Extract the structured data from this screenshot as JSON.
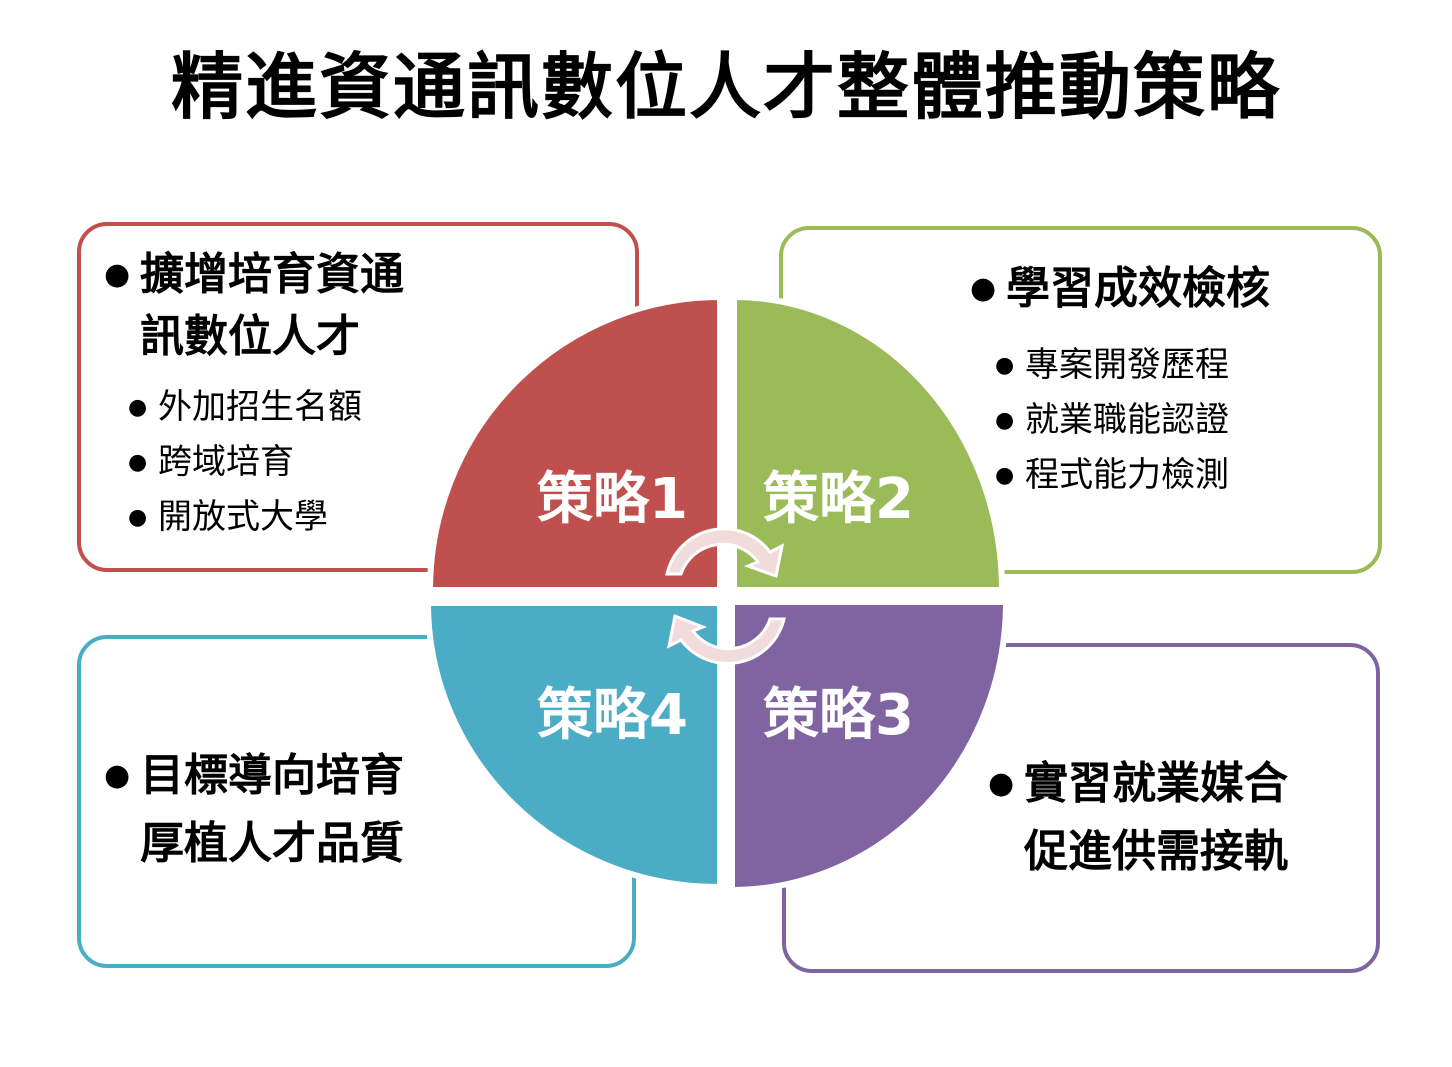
{
  "title": "精進資通訊數位人才整體推動策略",
  "colors": {
    "s1": "#C0504D",
    "s2": "#9BBB59",
    "s3": "#8064A2",
    "s4": "#4BACC6",
    "arrow": "#F2DCDB"
  },
  "strategies": [
    {
      "label": "策略1",
      "main": [
        "擴增培育資通",
        "訊數位人才"
      ],
      "items": [
        "外加招生名額",
        "跨域培育",
        "開放式大學"
      ]
    },
    {
      "label": "策略2",
      "main": [
        "學習成效檢核"
      ],
      "items": [
        "專案開發歷程",
        "就業職能認證",
        "程式能力檢測"
      ]
    },
    {
      "label": "策略3",
      "main": [
        "實習就業媒合",
        "促進供需接軌"
      ],
      "items": []
    },
    {
      "label": "策略4",
      "main": [
        "目標導向培育",
        "厚植人才品質"
      ],
      "items": []
    }
  ]
}
